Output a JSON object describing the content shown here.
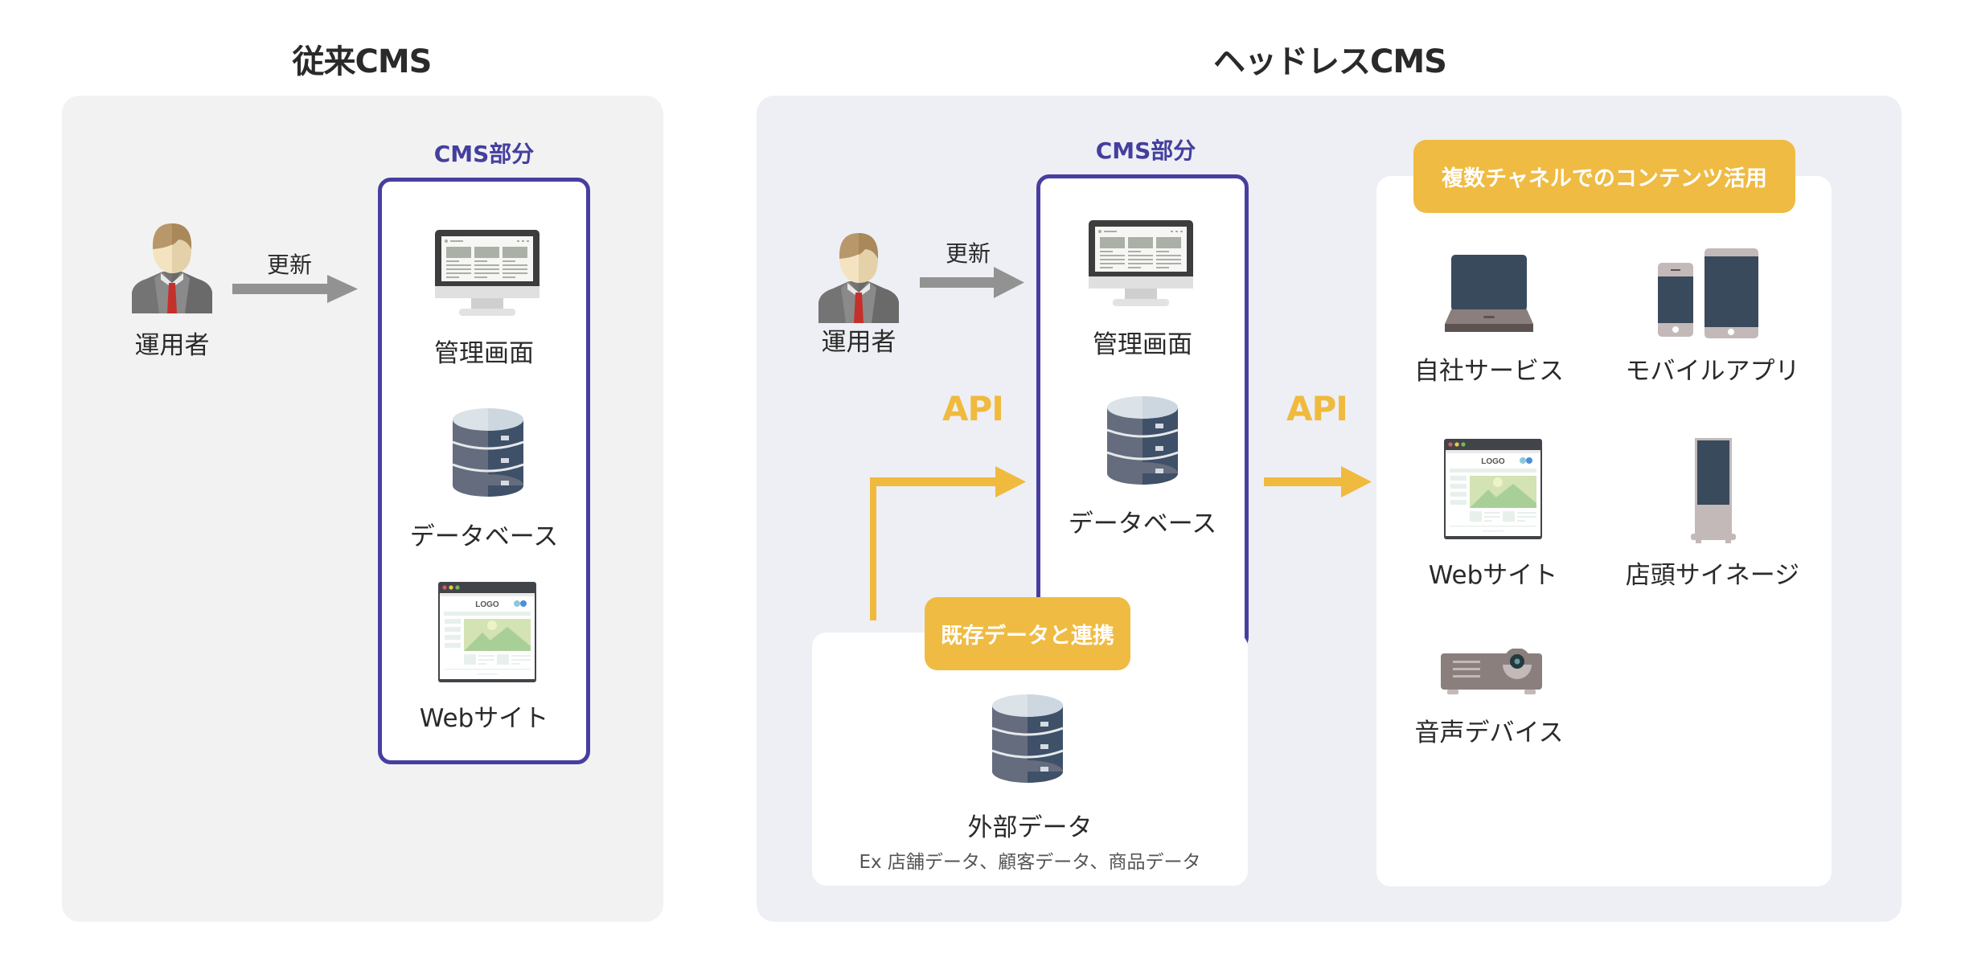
{
  "titles": {
    "traditional": "従来CMS",
    "headless": "ヘッドレスCMS"
  },
  "traditional": {
    "operator_label": "運用者",
    "update_label": "更新",
    "cms_label": "CMS部分",
    "items": [
      {
        "icon": "monitor-icon",
        "label": "管理画面"
      },
      {
        "icon": "database-icon",
        "label": "データベース"
      },
      {
        "icon": "website-icon",
        "label": "Webサイト"
      }
    ]
  },
  "headless": {
    "operator_label": "運用者",
    "update_label": "更新",
    "cms_label": "CMS部分",
    "items": [
      {
        "icon": "monitor-icon",
        "label": "管理画面"
      },
      {
        "icon": "database-icon",
        "label": "データベース"
      }
    ],
    "api_in_label": "API",
    "api_out_label": "API",
    "external": {
      "badge": "既存データと連携",
      "icon": "database-icon",
      "label": "外部データ",
      "examples": "Ex 店舗データ、顧客データ、商品データ"
    },
    "channels": {
      "badge": "複数チャネルでのコンテンツ活用",
      "items": [
        {
          "icon": "laptop-icon",
          "label": "自社サービス"
        },
        {
          "icon": "mobile-icon",
          "label": "モバイルアプリ"
        },
        {
          "icon": "website-icon",
          "label": "Webサイト"
        },
        {
          "icon": "signage-icon",
          "label": "店頭サイネージ"
        },
        {
          "icon": "projector-icon",
          "label": "音声デバイス"
        }
      ]
    }
  },
  "colors": {
    "cms_border": "#463f9f",
    "accent_yellow": "#efbb43",
    "traditional_panel_bg": "#f2f2f2",
    "headless_panel_bg": "#eeeff4",
    "arrow_gray": "#929292"
  }
}
